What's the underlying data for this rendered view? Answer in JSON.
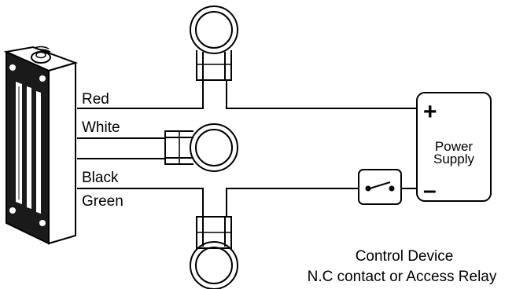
{
  "wires": {
    "red": "Red",
    "white": "White",
    "black": "Black",
    "green": "Green"
  },
  "power_supply": {
    "positive": "+",
    "line1": "Power",
    "line2": "Supply",
    "negative": "–"
  },
  "control_device": {
    "line1": "Control Device",
    "line2": "N.C contact or Access Relay"
  }
}
